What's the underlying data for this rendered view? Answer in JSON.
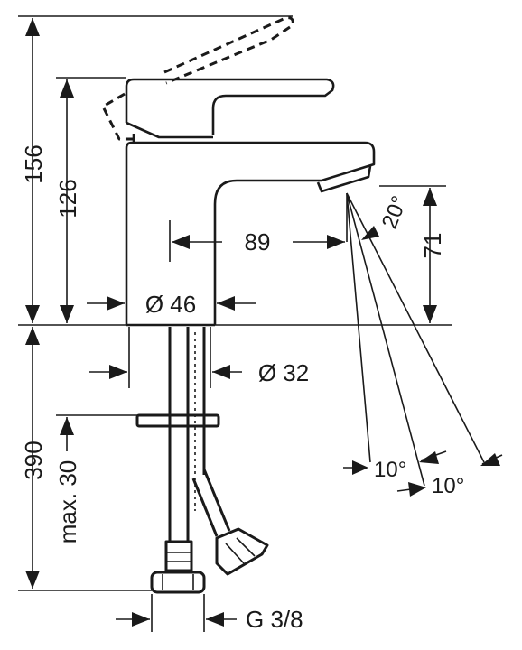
{
  "drawing": {
    "dimensions": {
      "total_height": "156",
      "spout_height": "126",
      "projection": "89",
      "outlet_height": "71",
      "base_diameter": "Ø 46",
      "hole_diameter": "Ø 32",
      "supply_length": "390",
      "max_thickness": "max. 30",
      "connection": "G 3/8"
    },
    "angles": {
      "jet_angle": "20°",
      "spread_left": "10°",
      "spread_right": "10°"
    }
  }
}
